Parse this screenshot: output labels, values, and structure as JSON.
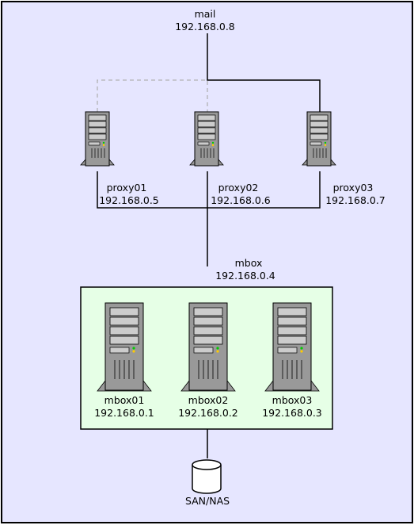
{
  "colors": {
    "background": "#e6e6ff",
    "cluster_fill": "#e6ffe6",
    "line": "#000000",
    "dashed_line": "#b3b3b3",
    "server_body": "#999999",
    "server_panel": "#cccccc"
  },
  "gateway": {
    "name": "mail",
    "ip": "192.168.0.8"
  },
  "proxies": [
    {
      "name": "proxy01",
      "ip": "192.168.0.5",
      "icon": "server-tower-icon"
    },
    {
      "name": "proxy02",
      "ip": "192.168.0.6",
      "icon": "server-tower-icon"
    },
    {
      "name": "proxy03",
      "ip": "192.168.0.7",
      "icon": "server-tower-icon"
    }
  ],
  "mbox_group": {
    "name": "mbox",
    "ip": "192.168.0.4"
  },
  "mbox_servers": [
    {
      "name": "mbox01",
      "ip": "192.168.0.1",
      "icon": "server-tower-icon"
    },
    {
      "name": "mbox02",
      "ip": "192.168.0.2",
      "icon": "server-tower-icon"
    },
    {
      "name": "mbox03",
      "ip": "192.168.0.3",
      "icon": "server-tower-icon"
    }
  ],
  "storage": {
    "name": "SAN/NAS",
    "icon": "disk-cylinder-icon"
  }
}
